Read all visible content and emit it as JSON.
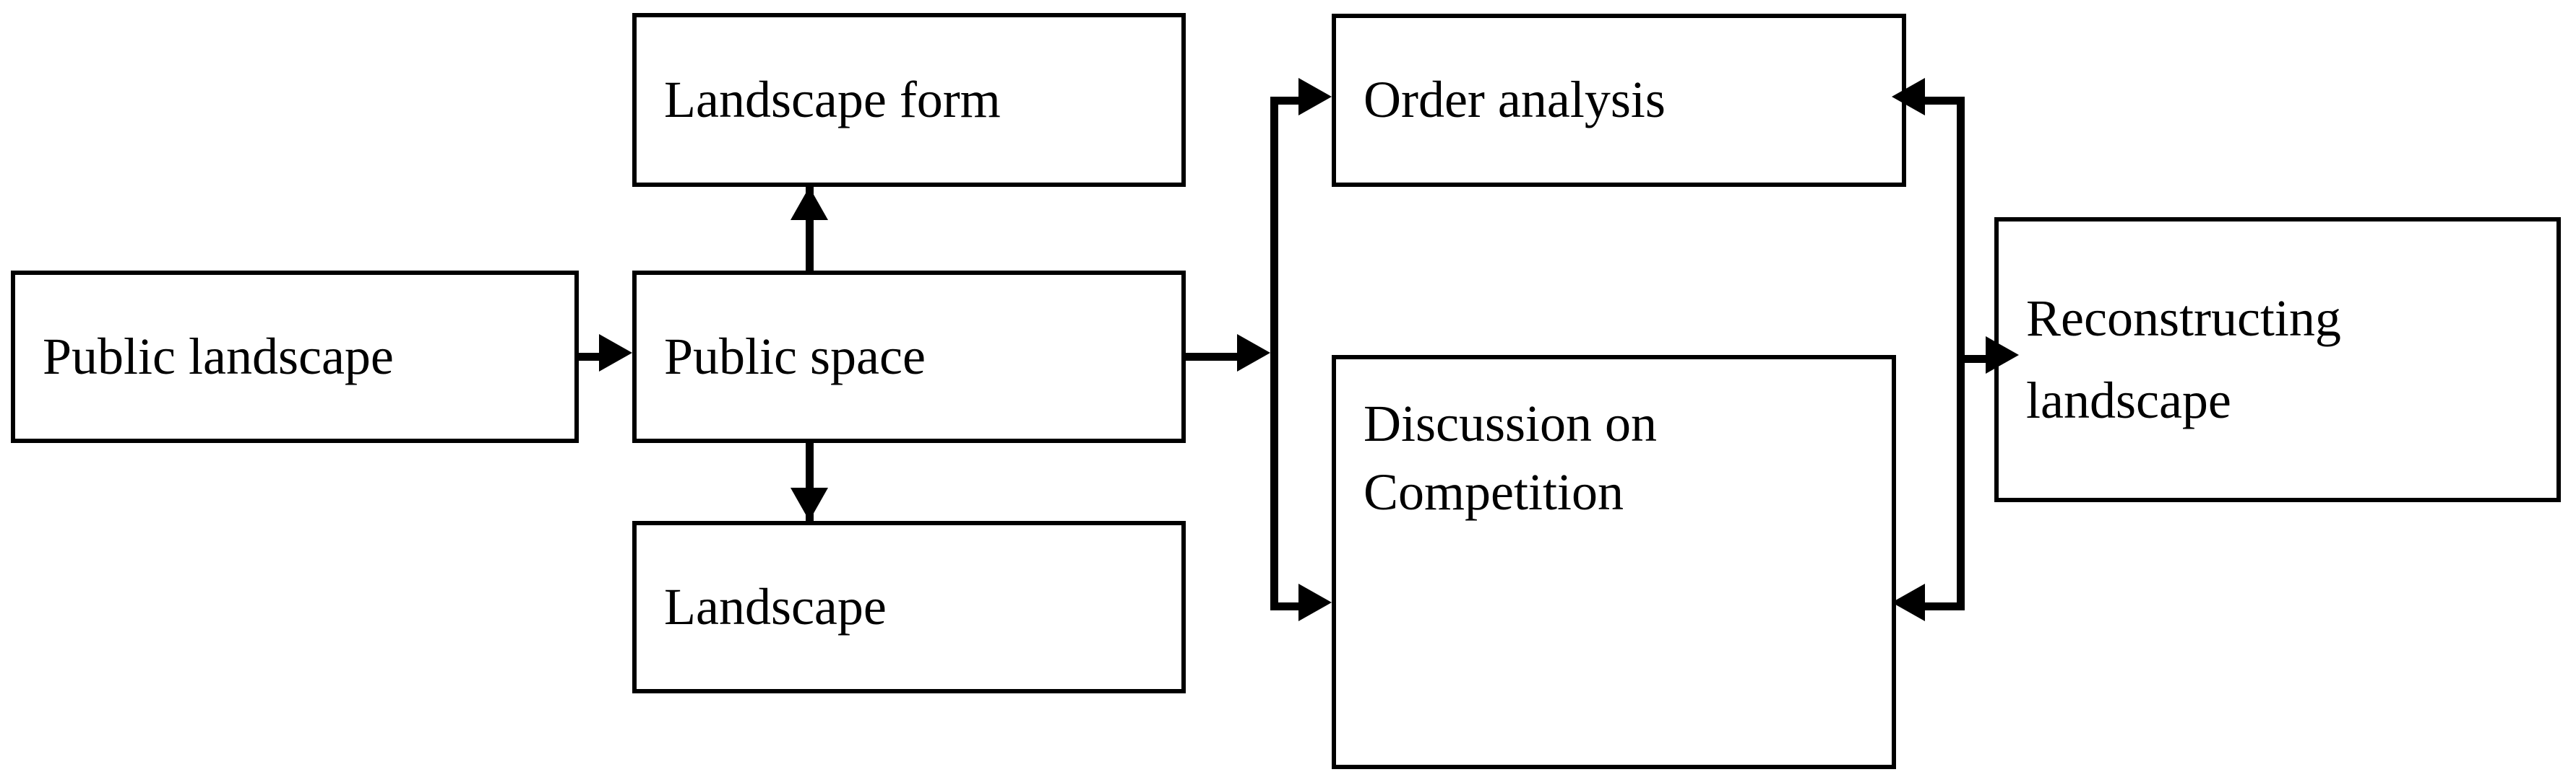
{
  "diagram": {
    "type": "flowchart",
    "orientation": "left-to-right",
    "background_color": "#ffffff",
    "stroke_color": "#000000",
    "nodes": [
      {
        "id": "public-landscape",
        "label": "Public  landscape",
        "shape": "rectangle"
      },
      {
        "id": "landscape-form",
        "label": "Landscape form",
        "shape": "rectangle"
      },
      {
        "id": "public-space",
        "label": "Public space",
        "shape": "rectangle"
      },
      {
        "id": "landscape",
        "label": "Landscape",
        "shape": "rectangle"
      },
      {
        "id": "order-analysis",
        "label": "Order analysis",
        "shape": "rectangle"
      },
      {
        "id": "discussion",
        "label": "Discussion on\nCompetition",
        "shape": "rectangle"
      },
      {
        "id": "reconstructing",
        "label": "Reconstructing\nlandscape",
        "shape": "rectangle"
      }
    ],
    "edges": [
      {
        "id": "e1",
        "from": "public-landscape",
        "to": "public-space",
        "direction": "right",
        "style": "solid-arrow"
      },
      {
        "id": "e2",
        "from": "public-space",
        "to": "landscape-form",
        "direction": "up",
        "style": "solid-arrow"
      },
      {
        "id": "e3",
        "from": "public-space",
        "to": "landscape",
        "direction": "down",
        "style": "solid-arrow"
      },
      {
        "id": "e4",
        "from": "public-space",
        "to": "branch-junction",
        "direction": "right",
        "style": "solid-arrow"
      },
      {
        "id": "e5",
        "from": "branch-junction",
        "to": "order-analysis",
        "direction": "right",
        "style": "solid-arrow"
      },
      {
        "id": "e6",
        "from": "branch-junction",
        "to": "discussion",
        "direction": "right",
        "style": "solid-arrow"
      },
      {
        "id": "e7",
        "from": "return-junction",
        "to": "order-analysis",
        "direction": "left",
        "style": "solid-arrow"
      },
      {
        "id": "e8",
        "from": "return-junction",
        "to": "discussion",
        "direction": "left",
        "style": "solid-arrow"
      },
      {
        "id": "e9",
        "from": "return-junction",
        "to": "reconstructing",
        "direction": "right",
        "style": "solid-arrow"
      }
    ]
  }
}
